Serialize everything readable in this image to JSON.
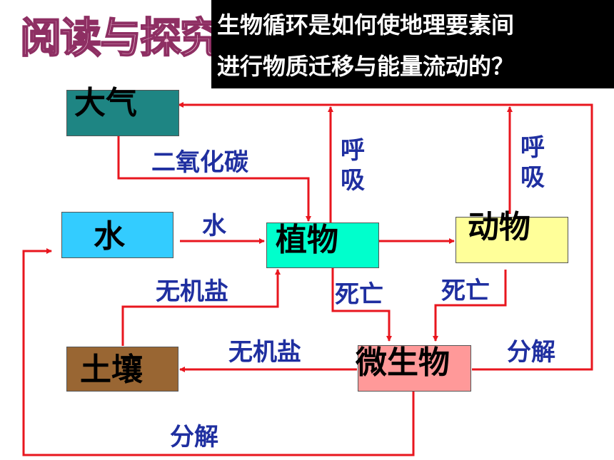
{
  "header": {
    "title_art": "阅读与探究",
    "question_line1": "生物循环是如何使地理要素间",
    "question_line2": "进行物质迁移与能量流动的？"
  },
  "nodes": {
    "atmosphere": "大气",
    "water": "水",
    "plants": "植物",
    "animals": "动物",
    "soil": "土壤",
    "microbes": "微生物"
  },
  "edge_labels": {
    "co2": "二氧化碳",
    "water_in": "水",
    "respiration_plants": "呼吸",
    "respiration_animals": "呼吸",
    "minerals_up": "无机盐",
    "minerals_left": "无机盐",
    "death_plants": "死亡",
    "death_animals": "死亡",
    "decompose_right": "分解",
    "decompose_bottom": "分解"
  },
  "colors": {
    "arrow": "#e8161e",
    "label": "#1f2fa0",
    "atmosphere": "#1e8583",
    "water": "#33ccff",
    "plants": "#00ffcc",
    "animals": "#ffff99",
    "soil": "#996633",
    "microbes": "#ff9999"
  }
}
